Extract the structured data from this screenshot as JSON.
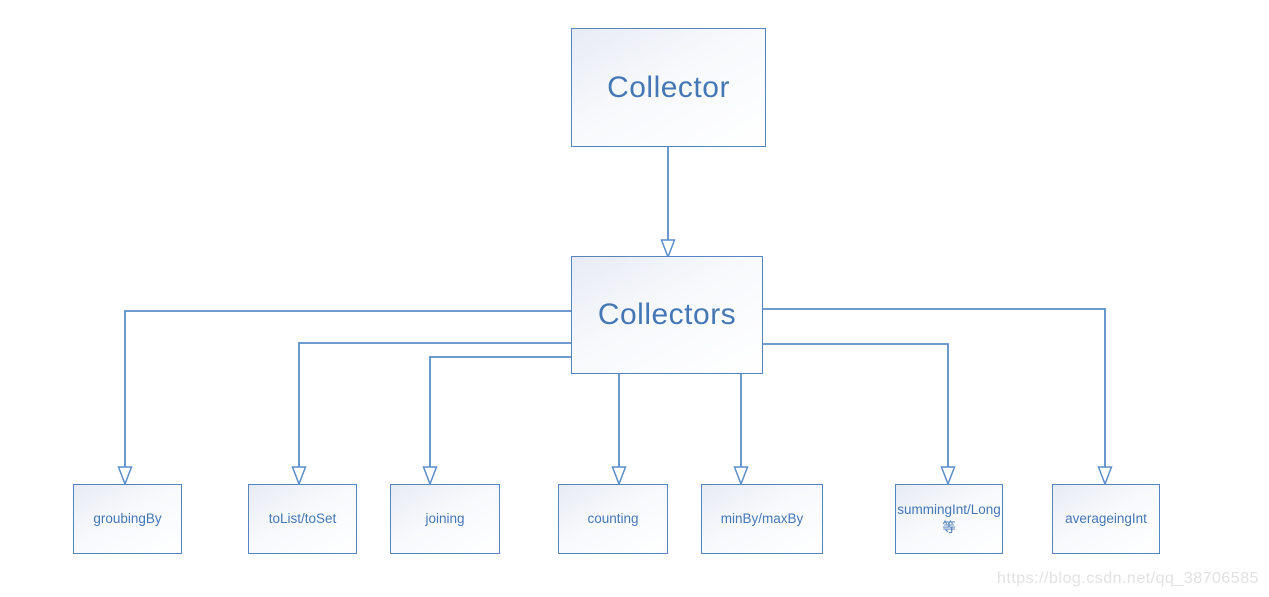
{
  "diagram": {
    "root": {
      "label": "Collector"
    },
    "hub": {
      "label": "Collectors"
    },
    "children": [
      {
        "label": "groubingBy"
      },
      {
        "label": "toList/toSet"
      },
      {
        "label": "joining"
      },
      {
        "label": "counting"
      },
      {
        "label": "minBy/maxBy"
      },
      {
        "label": "summingInt/Long等"
      },
      {
        "label": "averageingInt"
      }
    ],
    "edges": [
      {
        "from": "Collector",
        "to": "Collectors"
      },
      {
        "from": "Collectors",
        "to": "groubingBy"
      },
      {
        "from": "Collectors",
        "to": "toList/toSet"
      },
      {
        "from": "Collectors",
        "to": "joining"
      },
      {
        "from": "Collectors",
        "to": "counting"
      },
      {
        "from": "Collectors",
        "to": "minBy/maxBy"
      },
      {
        "from": "Collectors",
        "to": "summingInt/Long等"
      },
      {
        "from": "Collectors",
        "to": "averageingInt"
      }
    ]
  },
  "watermark": "https://blog.csdn.net/qq_38706585",
  "colors": {
    "line": "#5b8ec8",
    "box_border": "#5585be",
    "box_fill_start": "#e7ebf3",
    "box_fill_end": "#ffffff",
    "box_text": "#4577b5",
    "watermark": "#e2e2e2"
  }
}
